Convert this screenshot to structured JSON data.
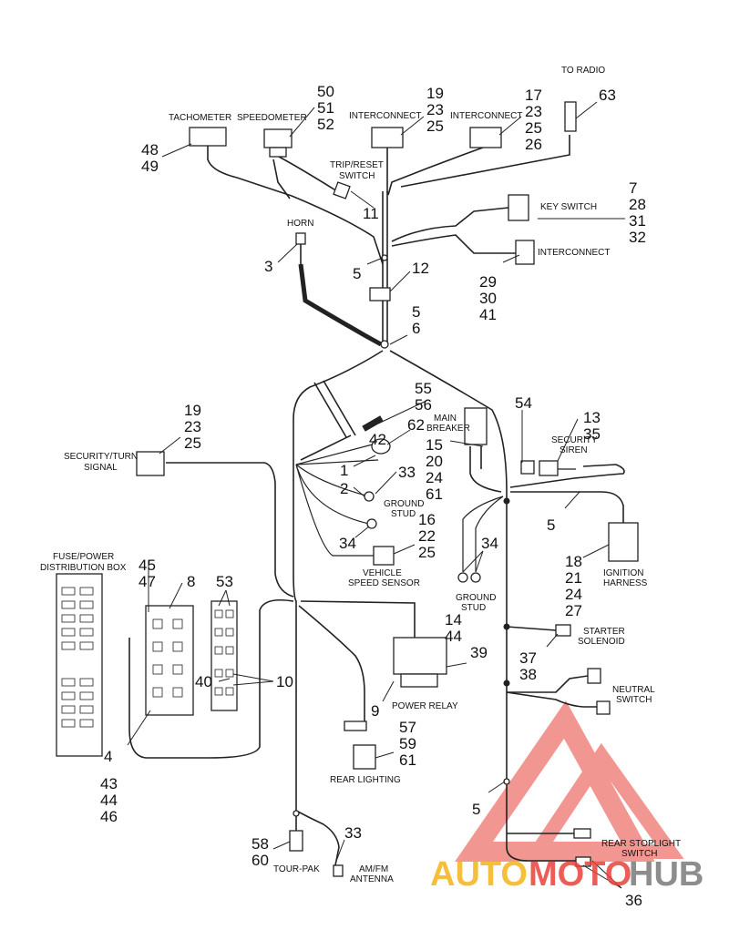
{
  "labels": {
    "tachometer": "TACHOMETER",
    "speedometer": "SPEEDOMETER",
    "interconnect": "INTERCONNECT",
    "to_radio": "TO RADIO",
    "trip_reset_1": "TRIP/RESET",
    "trip_reset_2": "SWITCH",
    "key_switch": "KEY SWITCH",
    "horn": "HORN",
    "main_breaker_1": "MAIN",
    "main_breaker_2": "BREAKER",
    "security_siren_1": "SECURITY",
    "security_siren_2": "SIREN",
    "security_turn_1": "SECURITY/TURN",
    "security_turn_2": "SIGNAL",
    "ground_stud_1": "GROUND",
    "ground_stud_2": "STUD",
    "vehicle_speed_1": "VEHICLE",
    "vehicle_speed_2": "SPEED SENSOR",
    "fuse_box_1": "FUSE/POWER",
    "fuse_box_2": "DISTRIBUTION BOX",
    "ignition_1": "IGNITION",
    "ignition_2": "HARNESS",
    "starter_1": "STARTER",
    "starter_2": "SOLENOID",
    "power_relay": "POWER RELAY",
    "neutral_1": "NEUTRAL",
    "neutral_2": "SWITCH",
    "rear_lighting": "REAR LIGHTING",
    "rear_stoplight_1": "REAR STOPLIGHT",
    "rear_stoplight_2": "SWITCH",
    "tour_pak": "TOUR-PAK",
    "amfm_1": "AM/FM",
    "amfm_2": "ANTENNA"
  },
  "callouts": {
    "c50": "50",
    "c51": "51",
    "c52": "52",
    "c48": "48",
    "c49": "49",
    "c19a": "19",
    "c23a": "23",
    "c25a": "25",
    "c17": "17",
    "c23b": "23",
    "c25b": "25",
    "c26": "26",
    "c63": "63",
    "c11": "11",
    "c7": "7",
    "c28": "28",
    "c31": "31",
    "c32": "32",
    "c3": "3",
    "c5a": "5",
    "c12": "12",
    "c29": "29",
    "c30": "30",
    "c41": "41",
    "c5b": "5",
    "c6": "6",
    "c55": "55",
    "c56": "56",
    "c62": "62",
    "c42": "42",
    "c54": "54",
    "c13": "13",
    "c35": "35",
    "c19b": "19",
    "c23c": "23",
    "c25c": "25",
    "c15": "15",
    "c20": "20",
    "c24a": "24",
    "c61a": "61",
    "c1": "1",
    "c33a": "33",
    "c2": "2",
    "c16": "16",
    "c22": "22",
    "c25d": "25",
    "c34a": "34",
    "c34b": "34",
    "c5c": "5",
    "c18": "18",
    "c21": "21",
    "c24b": "24",
    "c27": "27",
    "c45": "45",
    "c47": "47",
    "c8": "8",
    "c53": "53",
    "c14": "14",
    "c44a": "44",
    "c39": "39",
    "c37": "37",
    "c38": "38",
    "c40": "40",
    "c10": "10",
    "c9": "9",
    "c4": "4",
    "c43": "43",
    "c44b": "44",
    "c46": "46",
    "c57": "57",
    "c59": "59",
    "c61b": "61",
    "c5d": "5",
    "c33b": "33",
    "c58": "58",
    "c60": "60",
    "c36": "36"
  },
  "watermark": {
    "auto": "AUTO",
    "moto": "MOTO",
    "hub": "HUB"
  },
  "colors": {
    "watermark_red": "#e8413a",
    "watermark_orange": "#f4b31a",
    "watermark_gray": "#7a7a7a"
  }
}
